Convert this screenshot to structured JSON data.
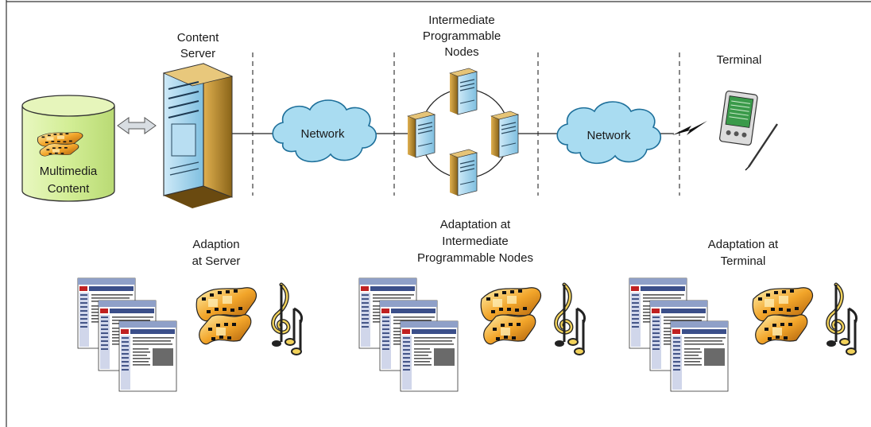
{
  "labels": {
    "content_server": [
      "Content",
      "Server"
    ],
    "intermediate_nodes": [
      "Intermediate",
      "Programmable",
      "Nodes"
    ],
    "terminal": "Terminal",
    "multimedia_content": [
      "Multimedia",
      "Content"
    ],
    "network_left": "Network",
    "network_right": "Network",
    "adapt_server": [
      "Adaption",
      "at Server"
    ],
    "adapt_nodes": [
      "Adaptation at",
      "Intermediate",
      "Programmable Nodes"
    ],
    "adapt_terminal": [
      "Adaptation at",
      "Terminal"
    ]
  },
  "colors": {
    "cloud_fill": "#a9dcf1",
    "cloud_stroke": "#1d6f9a",
    "db_fill": "#d9f0a0",
    "db_stroke": "#333333",
    "server_front": "#9fd3ee",
    "server_side": "#c79a3c",
    "film_orange": "#f0a020",
    "divider": "#555555"
  },
  "icons": {
    "server": "server-tower-icon",
    "database": "database-cylinder-icon",
    "film": "film-strip-icon",
    "music": "music-notes-icon",
    "pda": "pda-device-icon",
    "web_pages": "web-pages-stack-icon",
    "arrow": "double-arrow-icon",
    "lightning": "wireless-link-icon"
  }
}
